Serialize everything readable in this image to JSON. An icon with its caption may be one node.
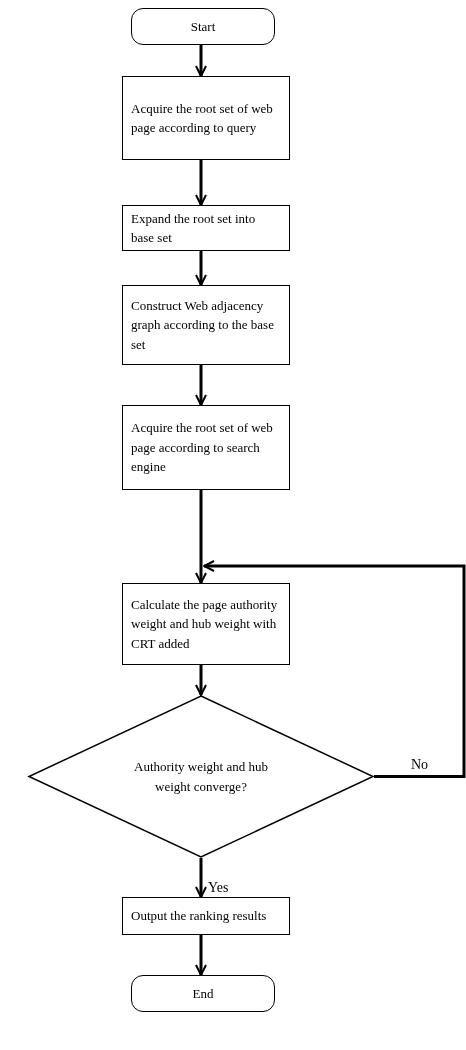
{
  "diagram": {
    "nodes": [
      {
        "text": [
          "Start"
        ]
      },
      {
        "text": [
          "Acquire the root set of web page according to query"
        ]
      },
      {
        "text": [
          "Expand the root set into base set"
        ]
      },
      {
        "text": [
          "Construct Web adjacency graph according to the base set"
        ]
      },
      {
        "text": [
          "Acquire the root set of web page according to search engine"
        ]
      },
      {
        "text": [
          "Calculate the page authority weight and hub weight with CRT added"
        ]
      },
      {
        "text": [
          "Authority weight and hub weight converge?"
        ]
      },
      {
        "text": [
          "Output the ranking results"
        ]
      },
      {
        "text": [
          "End"
        ]
      }
    ],
    "edges": [
      {
        "from": 0,
        "to": 1,
        "arrow": "to"
      },
      {
        "from": 1,
        "to": 2,
        "arrow": "to"
      },
      {
        "from": 2,
        "to": 3,
        "arrow": "to"
      },
      {
        "from": 3,
        "to": 4,
        "arrow": "to"
      },
      {
        "from": 4,
        "to": 5,
        "arrow": "to"
      },
      {
        "from": 5,
        "to": 6,
        "arrow": "to"
      },
      {
        "from": 6,
        "to": 5,
        "arrow": "to",
        "label": "No"
      },
      {
        "from": 6,
        "to": 7,
        "arrow": "to",
        "label": "Yes"
      },
      {
        "from": 7,
        "to": 8,
        "arrow": "to"
      }
    ]
  }
}
